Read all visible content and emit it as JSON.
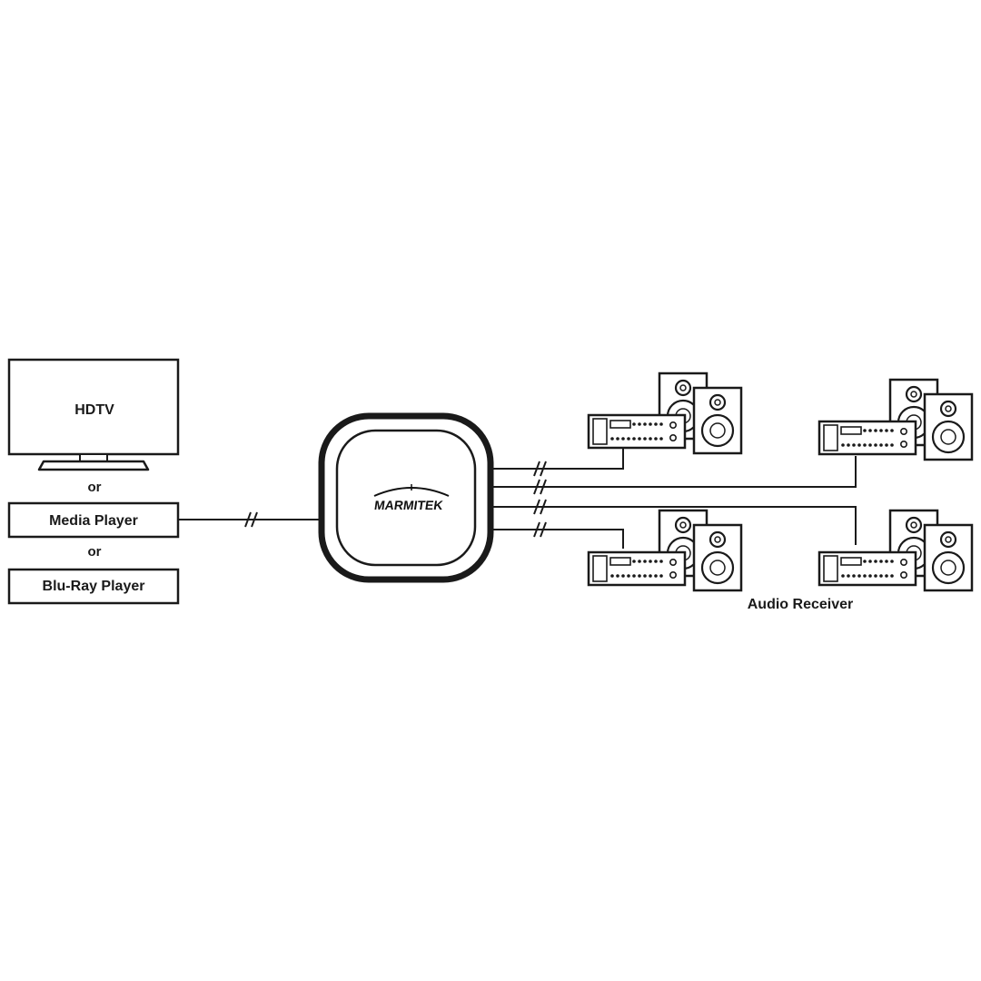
{
  "sources": {
    "hdtv": "HDTV",
    "or_1": "or",
    "media_player": "Media Player",
    "or_2": "or",
    "bluray_player": "Blu-Ray Player"
  },
  "hub": {
    "brand": "MARMITEK"
  },
  "outputs": {
    "receiver_label": "Audio Receiver"
  },
  "colors": {
    "line": "#1a1a1a",
    "background": "#ffffff"
  }
}
